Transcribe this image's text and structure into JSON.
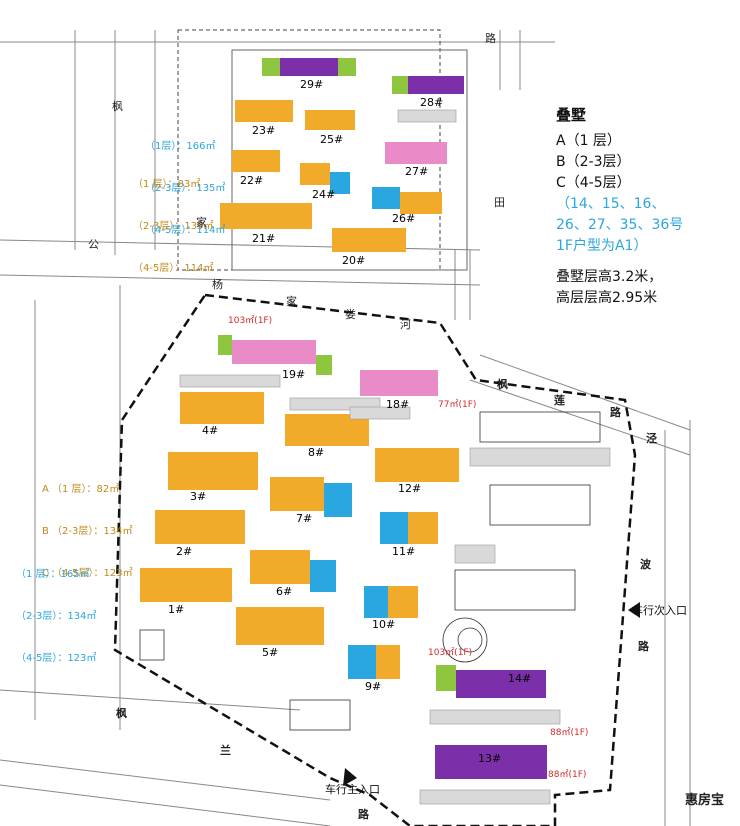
{
  "legend": {
    "title": "叠墅",
    "a": "A（1 层）",
    "b": "B（2-3层）",
    "c": "C（4-5层）",
    "note": "（14、15、16、26、27、35、36号1F户型为A1）",
    "height1": "叠墅层高3.2米，",
    "height2": "高层层高2.95米"
  },
  "units_north_blue": [
    "（1层）：166㎡",
    "（2-3层）：135㎡",
    "（4-5层）：114㎡"
  ],
  "units_north_orange": [
    "（1 层）：83㎡",
    "（2-3层）：135㎡",
    "（4-5层）：114㎡"
  ],
  "units_south_orange": [
    "A （1 层）：82㎡",
    "B （2-3层）：134㎡",
    "C （4-5层）：123㎡"
  ],
  "units_south_blue": [
    "（1 层）：165㎡",
    "（2-3层）：134㎡",
    "（4-5层）：123㎡"
  ],
  "buildings": {
    "b29": "29#",
    "b28": "28#",
    "b23": "23#",
    "b25": "25#",
    "b27": "27#",
    "b22": "22#",
    "b24": "24#",
    "b26": "26#",
    "b21": "21#",
    "b20": "20#",
    "b19": "19#",
    "b18": "18#",
    "b4": "4#",
    "b8": "8#",
    "b3": "3#",
    "b12": "12#",
    "b7": "7#",
    "b2": "2#",
    "b11": "11#",
    "b6": "6#",
    "b1": "1#",
    "b10": "10#",
    "b5": "5#",
    "b9": "9#",
    "b14": "14#",
    "b13": "13#"
  },
  "area_labels": {
    "r19": "103㎡(1F)",
    "r18": "77㎡(1F)",
    "r14": "103㎡(1F)",
    "r14b": "88㎡(1F)",
    "r13": "88㎡(1F)"
  },
  "roads": {
    "lu_top": "路",
    "feng_top": "枫",
    "gong": "公",
    "jia": "家",
    "yang": "杨",
    "jia2": "家",
    "lou": "娄",
    "he": "河",
    "feng": "枫",
    "lian": "莲",
    "lu2": "路",
    "jing": "泾",
    "bo": "波",
    "lu3": "路",
    "feng_b": "枫",
    "lan": "兰",
    "lu4": "路",
    "tian": "田"
  },
  "entrances": {
    "car_east": "车行次入口",
    "car_main": "车行主入口"
  },
  "watermark": "惠房宝",
  "colors": {
    "orange": "#f2aa2a",
    "purple": "#7b2fa8",
    "pink": "#e98bc6",
    "green": "#8ec63f",
    "cyan": "#2aa6e0",
    "red": "#d42a2a"
  }
}
